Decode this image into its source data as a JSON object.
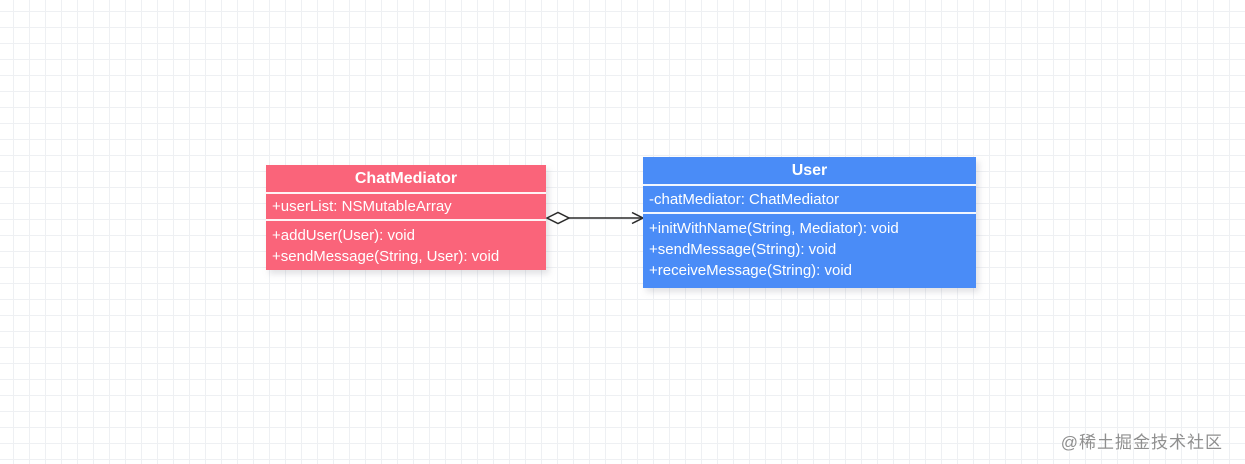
{
  "canvas": {
    "background": "#ffffff",
    "grid_color": "#eef0f3"
  },
  "diagram": {
    "classes": [
      {
        "name": "ChatMediator",
        "fill_color": "#FA647A",
        "text_color": "#ffffff",
        "attributes": [
          "+userList: NSMutableArray"
        ],
        "methods": [
          "+addUser(User): void",
          "+sendMessage(String, User): void"
        ]
      },
      {
        "name": "User",
        "fill_color": "#4A8CF7",
        "text_color": "#ffffff",
        "attributes": [
          "-chatMediator: ChatMediator"
        ],
        "methods": [
          "+initWithName(String, Mediator): void",
          "+sendMessage(String): void",
          "+receiveMessage(String): void"
        ]
      }
    ],
    "relationship": {
      "type": "aggregation",
      "from": "ChatMediator",
      "to": "User",
      "line_color": "#2b2b2b"
    }
  },
  "watermark": {
    "text": "@稀土掘金技术社区",
    "color": "#8f8f8f"
  }
}
